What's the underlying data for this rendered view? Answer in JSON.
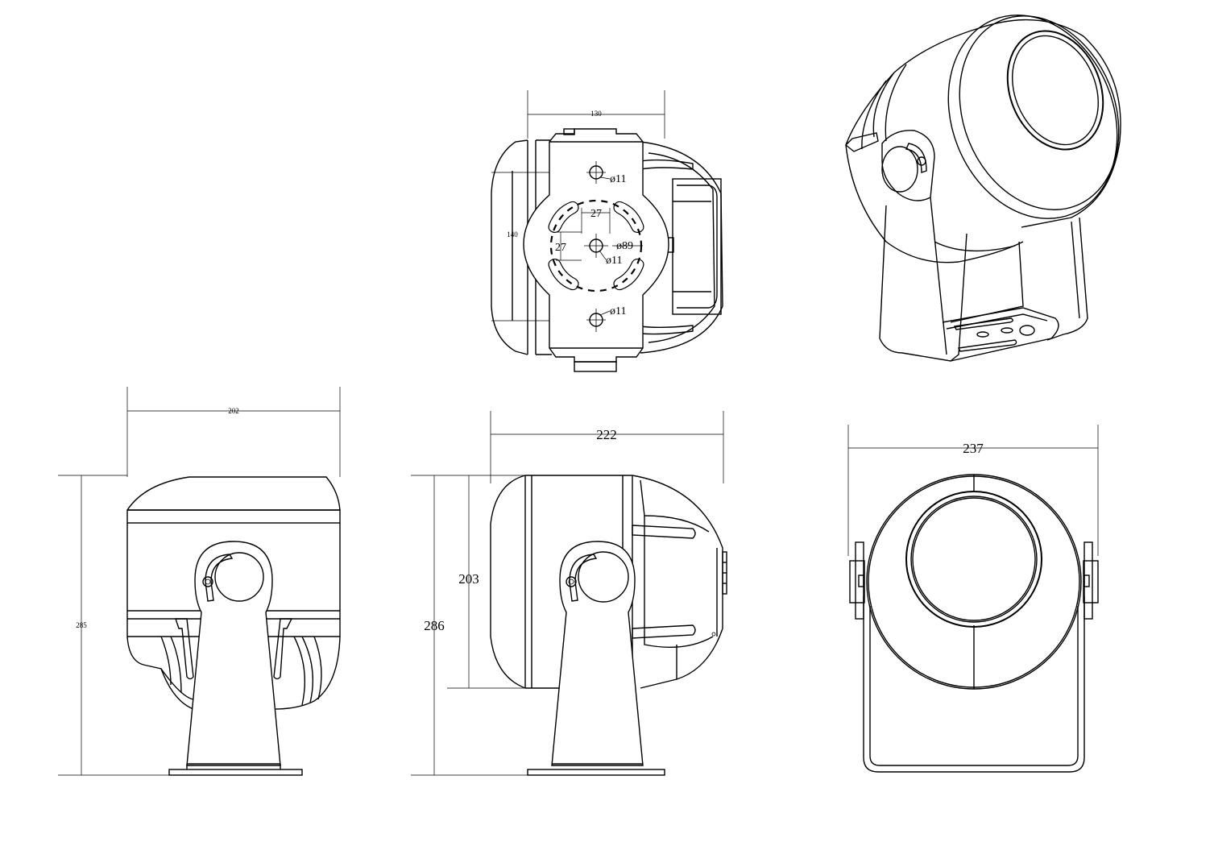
{
  "dimensions": {
    "top_width": "130",
    "top_height": "140",
    "slot_x": "27",
    "slot_y": "27",
    "bolt_circle": "ø89",
    "hole_top": "ø11",
    "hole_center": "ø11",
    "hole_bottom": "ø11",
    "front_width": "202",
    "front_height": "285",
    "side_width": "222",
    "side_body_height": "203",
    "side_total_height": "286",
    "rear_width": "237"
  }
}
